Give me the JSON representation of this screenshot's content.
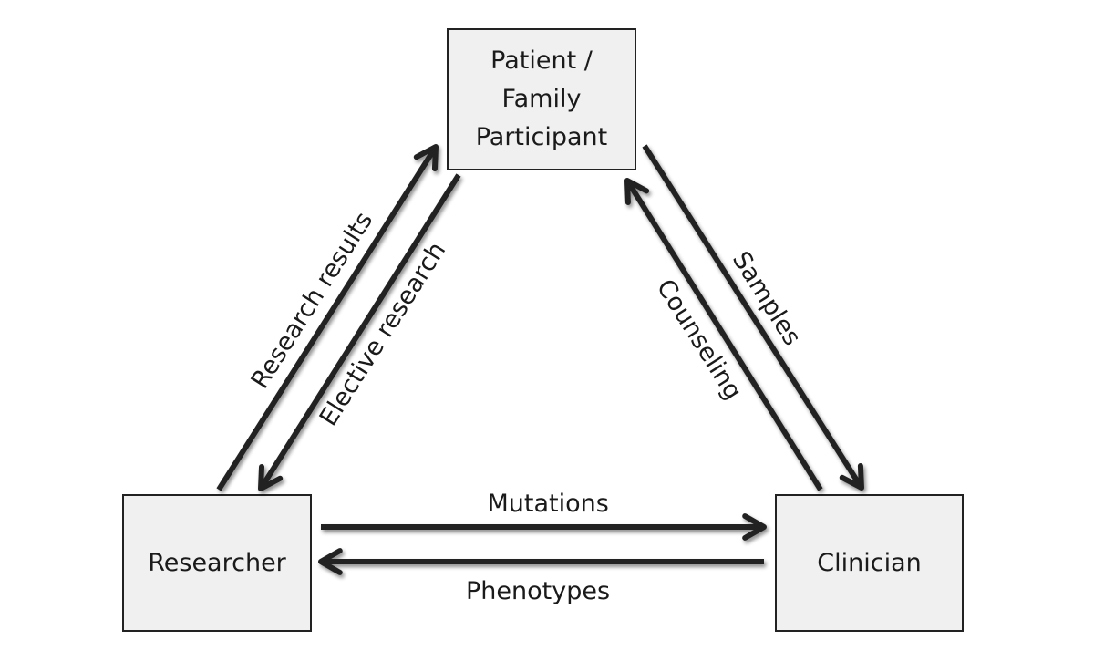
{
  "nodes": [
    {
      "id": "patient",
      "label": "Patient /\nFamily\nParticipant"
    },
    {
      "id": "researcher",
      "label": "Researcher"
    },
    {
      "id": "clinician",
      "label": "Clinician"
    }
  ],
  "edges": [
    {
      "id": "research-results",
      "from": "researcher",
      "to": "patient",
      "label": "Research results"
    },
    {
      "id": "elective-research",
      "from": "patient",
      "to": "researcher",
      "label": "Elective research"
    },
    {
      "id": "samples",
      "from": "patient",
      "to": "clinician",
      "label": "Samples"
    },
    {
      "id": "counseling",
      "from": "clinician",
      "to": "patient",
      "label": "Counseling"
    },
    {
      "id": "mutations",
      "from": "researcher",
      "to": "clinician",
      "label": "Mutations"
    },
    {
      "id": "phenotypes",
      "from": "clinician",
      "to": "researcher",
      "label": "Phenotypes"
    }
  ],
  "colors": {
    "box_fill": "#f0f0f0",
    "stroke": "#222222",
    "text": "#1a1a1a"
  }
}
